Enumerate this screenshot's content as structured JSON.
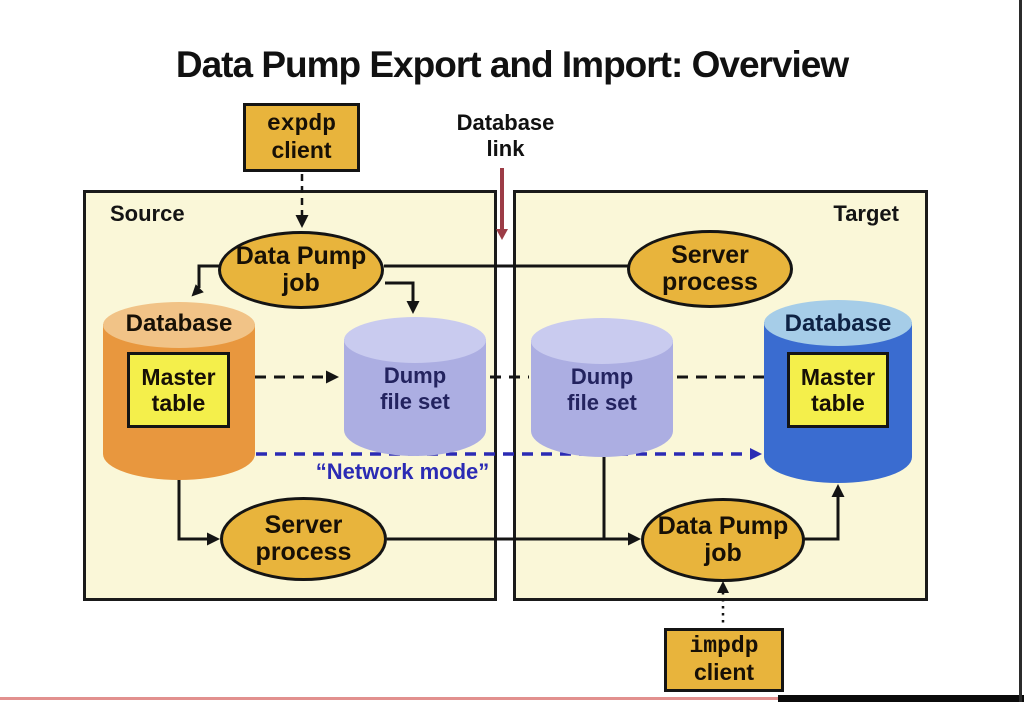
{
  "title": "Data Pump Export and Import: Overview",
  "clients": {
    "expdp": {
      "command": "expdp",
      "label": "client"
    },
    "impdp": {
      "command": "impdp",
      "label": "client"
    }
  },
  "annotations": {
    "database_link": "Database\nlink",
    "network_mode": "“Network mode”"
  },
  "source": {
    "label": "Source",
    "job": {
      "line1": "Data Pump",
      "line2": "job"
    },
    "database": {
      "label": "Database",
      "master": {
        "line1": "Master",
        "line2": "table"
      }
    },
    "dump": {
      "line1": "Dump",
      "line2": "file set"
    },
    "server": {
      "line1": "Server",
      "line2": "process"
    }
  },
  "target": {
    "label": "Target",
    "server": {
      "line1": "Server",
      "line2": "process"
    },
    "database": {
      "label": "Database",
      "master": {
        "line1": "Master",
        "line2": "table"
      }
    },
    "dump": {
      "line1": "Dump",
      "line2": "file set"
    },
    "job": {
      "line1": "Data Pump",
      "line2": "job"
    }
  },
  "colors": {
    "node_gold": "#E8B43C",
    "panel_background": "#FAF7D8",
    "panel_border": "#1A1A1A",
    "orange_cylinder": "#E8973E",
    "orange_cylinder_top": "#F1C387",
    "lavender_cylinder": "#ACAEE2",
    "lavender_cylinder_top": "#C9CBEF",
    "blue_cylinder": "#3A6CD0",
    "blue_cylinder_top": "#A6CDE8",
    "master_table_yellow": "#F4EF4B",
    "network_mode_blue": "#2B2BB4",
    "database_link_red": "#9C3C46"
  }
}
